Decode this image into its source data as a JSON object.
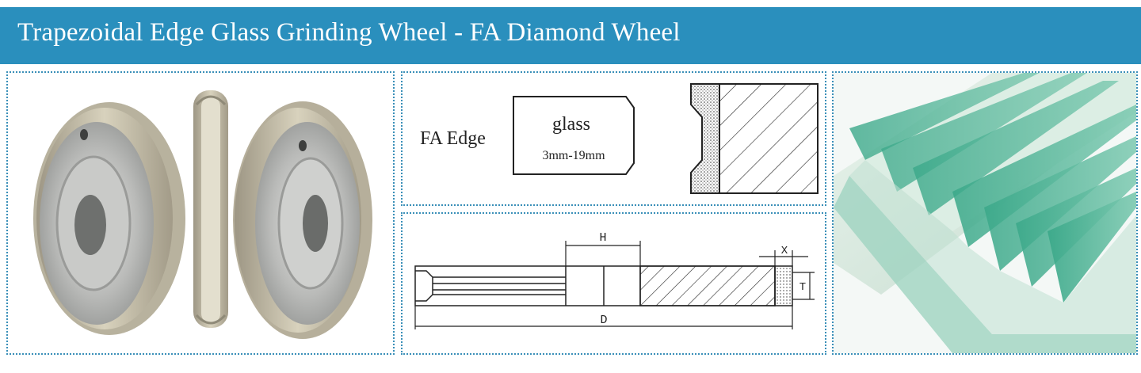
{
  "banner": {
    "title": "Trapezoidal Edge Glass Grinding Wheel - FA Diamond Wheel"
  },
  "profile_panel": {
    "edge_label": "FA Edge",
    "glass_label": "glass",
    "thickness_range": "3mm-19mm"
  },
  "section_panel": {
    "dim_h": "H",
    "dim_x": "X",
    "dim_t": "T",
    "dim_d": "D"
  },
  "colors": {
    "banner": "#2a8fbd",
    "border": "#3a8fb8"
  }
}
